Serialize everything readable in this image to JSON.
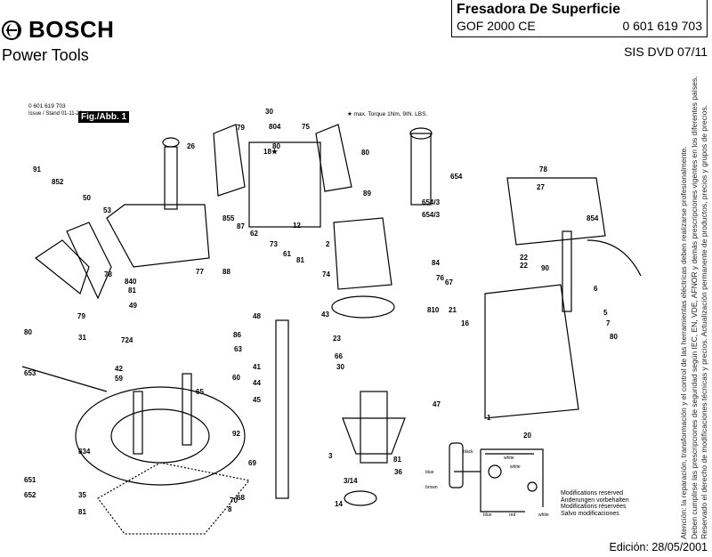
{
  "header": {
    "brand": "BOSCH",
    "subtitle": "Power Tools",
    "title": "Fresadora De Superficie",
    "model": "GOF 2000 CE",
    "part_number": "0 601 619 703",
    "sis": "SIS DVD 07/11"
  },
  "figure": {
    "part_number": "0 601 619 703",
    "issue_label": "Issue / Stand",
    "issue_date": "01-11-20",
    "fig_label": "Fig./Abb. 1",
    "torque_note": "★ max. Torque 1Nm, 9IN. LBS."
  },
  "part_labels": [
    {
      "id": "26",
      "n": "26"
    },
    {
      "id": "91",
      "n": "91"
    },
    {
      "id": "852",
      "n": "852"
    },
    {
      "id": "50",
      "n": "50"
    },
    {
      "id": "53",
      "n": "53"
    },
    {
      "id": "30a",
      "n": "30"
    },
    {
      "id": "79a",
      "n": "79"
    },
    {
      "id": "804",
      "n": "804"
    },
    {
      "id": "75",
      "n": "75"
    },
    {
      "id": "80a",
      "n": "80"
    },
    {
      "id": "18",
      "n": "18★"
    },
    {
      "id": "80b",
      "n": "80"
    },
    {
      "id": "89",
      "n": "89"
    },
    {
      "id": "12",
      "n": "12"
    },
    {
      "id": "654",
      "n": "654"
    },
    {
      "id": "6543a",
      "n": "654/3"
    },
    {
      "id": "6543b",
      "n": "654/3"
    },
    {
      "id": "78a",
      "n": "78"
    },
    {
      "id": "27",
      "n": "27"
    },
    {
      "id": "854",
      "n": "854"
    },
    {
      "id": "855",
      "n": "855"
    },
    {
      "id": "87",
      "n": "87"
    },
    {
      "id": "62",
      "n": "62"
    },
    {
      "id": "73",
      "n": "73"
    },
    {
      "id": "61",
      "n": "61"
    },
    {
      "id": "81a",
      "n": "81"
    },
    {
      "id": "2",
      "n": "2"
    },
    {
      "id": "88",
      "n": "88"
    },
    {
      "id": "77",
      "n": "77"
    },
    {
      "id": "78b",
      "n": "78"
    },
    {
      "id": "840",
      "n": "840"
    },
    {
      "id": "81b",
      "n": "81"
    },
    {
      "id": "49",
      "n": "49"
    },
    {
      "id": "79b",
      "n": "79"
    },
    {
      "id": "80c",
      "n": "80"
    },
    {
      "id": "31",
      "n": "31"
    },
    {
      "id": "724",
      "n": "724"
    },
    {
      "id": "48",
      "n": "48"
    },
    {
      "id": "86",
      "n": "86"
    },
    {
      "id": "63",
      "n": "63"
    },
    {
      "id": "74",
      "n": "74"
    },
    {
      "id": "43",
      "n": "43"
    },
    {
      "id": "84",
      "n": "84"
    },
    {
      "id": "76",
      "n": "76"
    },
    {
      "id": "67",
      "n": "67"
    },
    {
      "id": "22a",
      "n": "22"
    },
    {
      "id": "22b",
      "n": "22"
    },
    {
      "id": "90",
      "n": "90"
    },
    {
      "id": "6",
      "n": "6"
    },
    {
      "id": "5",
      "n": "5"
    },
    {
      "id": "7",
      "n": "7"
    },
    {
      "id": "80d",
      "n": "80"
    },
    {
      "id": "810",
      "n": "810"
    },
    {
      "id": "21",
      "n": "21"
    },
    {
      "id": "16",
      "n": "16"
    },
    {
      "id": "23",
      "n": "23"
    },
    {
      "id": "66",
      "n": "66"
    },
    {
      "id": "30b",
      "n": "30"
    },
    {
      "id": "41",
      "n": "41"
    },
    {
      "id": "44",
      "n": "44"
    },
    {
      "id": "45",
      "n": "45"
    },
    {
      "id": "42",
      "n": "42"
    },
    {
      "id": "59",
      "n": "59"
    },
    {
      "id": "653",
      "n": "653"
    },
    {
      "id": "65",
      "n": "65"
    },
    {
      "id": "60",
      "n": "60"
    },
    {
      "id": "92",
      "n": "92"
    },
    {
      "id": "1",
      "n": "1"
    },
    {
      "id": "20",
      "n": "20"
    },
    {
      "id": "47",
      "n": "47"
    },
    {
      "id": "834",
      "n": "834"
    },
    {
      "id": "3",
      "n": "3"
    },
    {
      "id": "69",
      "n": "69"
    },
    {
      "id": "81c",
      "n": "81"
    },
    {
      "id": "36",
      "n": "36"
    },
    {
      "id": "314",
      "n": "3/14"
    },
    {
      "id": "14",
      "n": "14"
    },
    {
      "id": "651",
      "n": "651"
    },
    {
      "id": "652",
      "n": "652"
    },
    {
      "id": "35",
      "n": "35"
    },
    {
      "id": "70",
      "n": "70"
    },
    {
      "id": "68",
      "n": "68"
    },
    {
      "id": "81d",
      "n": "81"
    },
    {
      "id": "8",
      "n": "8"
    }
  ],
  "wiring": {
    "labels": [
      "black",
      "white",
      "white",
      "blue",
      "brown",
      "blue",
      "red",
      "white"
    ]
  },
  "modifications": [
    "Modifications reserved",
    "Änderungen vorbehalten",
    "Modifications réservées",
    "Salvo modificaciones"
  ],
  "side_note": [
    "Atención: la reparación, transformación y el control de las herramientas eléctricas deben realizarse profesionalmente.",
    "Deben cumplirse las prescripciones de seguridad según IEC, EN, VDE, AFNOR y demás prescripciones vigentes en los diferentes países.",
    "Reservado el derecho de modificaciones técnicas y precios. Actualización permanente de productos, precios y grupos de precios."
  ],
  "edition": "Edición: 28/05/2001"
}
